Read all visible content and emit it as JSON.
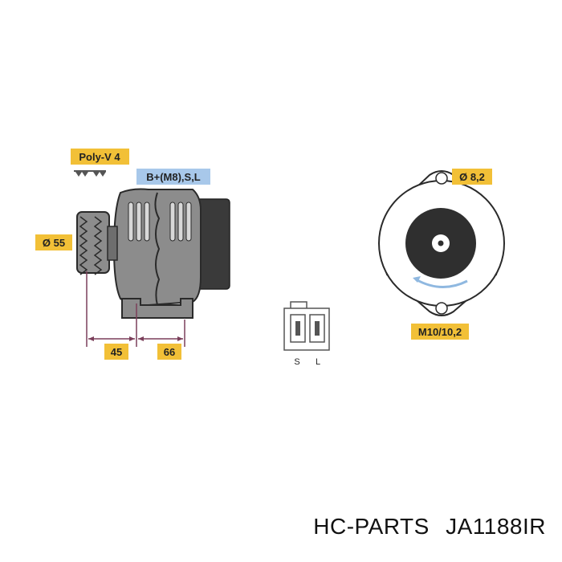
{
  "labels": {
    "belt": "Poly-V 4",
    "terminals": "B+(M8),S,L",
    "pulley_diameter": "Ø 55",
    "dim_45": "45",
    "dim_66": "66",
    "hole_diameter": "Ø 8,2",
    "thread": "M10/10,2",
    "pin_s": "S",
    "pin_l": "L"
  },
  "footer": {
    "brand": "HC-PARTS",
    "part_number": "JA1188IR"
  },
  "colors": {
    "label_bg": "#f2c037",
    "terminal_bg": "#a8c8ea",
    "body": "#8a8a8a",
    "body_dark": "#333333",
    "rotation_arrow": "#8fb8e0"
  }
}
